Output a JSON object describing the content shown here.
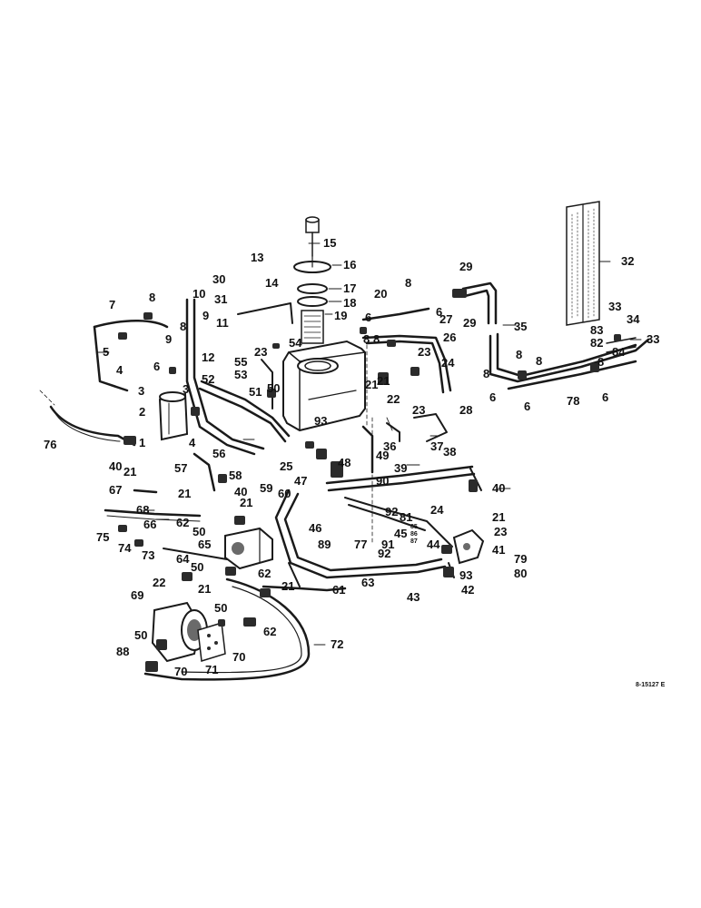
{
  "drawing_code": "8-15127 E",
  "callouts": {
    "n1": "1",
    "n2": "2",
    "n3": "3",
    "n3b": "3",
    "n4a": "4",
    "n4b": "4",
    "n5": "5",
    "n6a": "6",
    "n6b": "6",
    "n6c": "6",
    "n6d": "6",
    "n6e": "6",
    "n6f": "6",
    "n7": "7",
    "n8a": "8",
    "n8b": "8",
    "n8c": "8",
    "n8d": "8",
    "n8e": "8",
    "n8f": "8",
    "n8g": "8",
    "n8h": "8",
    "n8i": "8",
    "n9": "9",
    "n9b": "9",
    "n10": "10",
    "n11": "11",
    "n12": "12",
    "n13": "13",
    "n14": "14",
    "n15": "15",
    "n16": "16",
    "n17": "17",
    "n18": "18",
    "n19": "19",
    "n20": "20",
    "n21a": "21",
    "n21b": "21",
    "n21c": "21",
    "n21d": "21",
    "n21e": "21",
    "n21f": "21",
    "n21g": "21",
    "n21h": "21",
    "n22a": "22",
    "n22b": "22",
    "n23a": "23",
    "n23b": "23",
    "n23c": "23",
    "n23d": "23",
    "n24a": "24",
    "n24b": "24",
    "n25": "25",
    "n26": "26",
    "n27": "27",
    "n28": "28",
    "n29a": "29",
    "n29b": "29",
    "n30": "30",
    "n31": "31",
    "n32": "32",
    "n33a": "33",
    "n33b": "33",
    "n34": "34",
    "n35": "35",
    "n36": "36",
    "n37": "37",
    "n38": "38",
    "n39": "39",
    "n40a": "40",
    "n40b": "40",
    "n40c": "40",
    "n41": "41",
    "n42": "42",
    "n43": "43",
    "n44": "44",
    "n45": "45",
    "n46": "46",
    "n47": "47",
    "n48": "48",
    "n49": "49",
    "n50a": "50",
    "n50b": "50",
    "n50c": "50",
    "n50d": "50",
    "n50e": "50",
    "n51": "51",
    "n52": "52",
    "n53": "53",
    "n54": "54",
    "n55": "55",
    "n56": "56",
    "n57": "57",
    "n58": "58",
    "n59": "59",
    "n60": "60",
    "n61": "61",
    "n62a": "62",
    "n62b": "62",
    "n62c": "62",
    "n63": "63",
    "n64": "64",
    "n65": "65",
    "n66": "66",
    "n67": "67",
    "n68": "68",
    "n69": "69",
    "n70a": "70",
    "n70b": "70",
    "n71": "71",
    "n72": "72",
    "n73": "73",
    "n74": "74",
    "n75": "75",
    "n76": "76",
    "n77": "77",
    "n78": "78",
    "n79": "79",
    "n80": "80",
    "n81": "81",
    "n82": "82",
    "n83": "83",
    "n84": "84",
    "n85": "85",
    "n86": "86",
    "n87": "87",
    "n88": "88",
    "n89": "89",
    "n90": "90",
    "n91": "91",
    "n92a": "92",
    "n92b": "92",
    "n93a": "93",
    "n93b": "93"
  }
}
